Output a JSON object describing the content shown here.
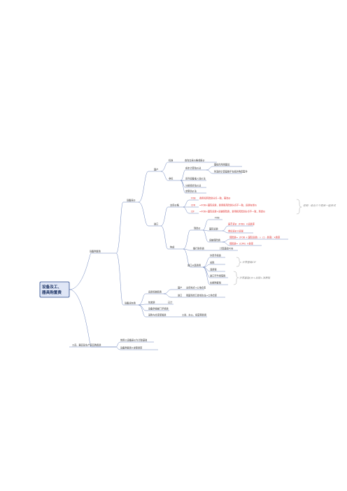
{
  "root": "设备及工、器具购置费",
  "l1": {
    "equipment_cost": "设备购置费",
    "tools": "工具、器具及生产家具购置费"
  },
  "equipment_price": {
    "label": "设备原价",
    "domestic": {
      "label": "国产",
      "standard": {
        "label": "标准",
        "detail": "查询交易价格或报价"
      },
      "nonstandard": {
        "label": "非标",
        "items": [
          "成本计算估价法",
          "系列设备插入估价法",
          "分部组合估价法",
          "定额估价法"
        ],
        "subitems": [
          "图纸所用用图设",
          "利润的计算基数不包括外购配套件"
        ]
      }
    },
    "imported": {
      "label": "进口",
      "terms_label": "交货价格",
      "terms": [
        {
          "code": "FOB",
          "desc": "费用和风险划分点一致，离岸价"
        },
        {
          "code": "CFR",
          "desc": "=FOB+国际运费，费用和风险划分点不一致，运费在岸价"
        },
        {
          "code": "CIF",
          "desc": "=FOB+国际运费+运输保险费，费用和风险划分点不一致，到岸价"
        }
      ],
      "note": "说明：结合三个题目一起考试",
      "composition": {
        "label": "构成",
        "cif": {
          "label": "到岸价",
          "fob": "FOB",
          "freight": "国际运费",
          "freight_items": [
            "原币货价（FOB）×运费率",
            "单位运价×运量"
          ],
          "insurance": "运输保险费",
          "insurance_items": [
            "保险费=（FOB + 国际运费）÷（1 - 费率）×费率",
            "保险费=（CFR）×费率"
          ]
        },
        "bank_fee": {
          "label": "银行财务费",
          "value": "计算基础FOB"
        },
        "fees": {
          "label": "进口从属费用",
          "items": [
            "外贸手续费",
            "关税",
            "消费税",
            "进口环节增值税",
            "车辆购置税"
          ],
          "note_cif": "计算基础CIF",
          "note_formula": "计算基础CIF+关税+消费税"
        }
      }
    }
  },
  "transport": {
    "label": "设备运杂费",
    "items": [
      {
        "label": "运费和装卸费",
        "sub": [
          {
            "label": "国产",
            "value": "交货地点→工地仓库"
          },
          {
            "label": "进口",
            "value": "我国到岸口岸或车站→工地仓库"
          }
        ]
      },
      {
        "label": "包装费",
        "value": "已计"
      },
      {
        "label": "设备供销部门手续费"
      },
      {
        "label": "采购与仓库保管费",
        "value": "工资、办公、经营等费用"
      }
    ]
  },
  "tools": {
    "items": [
      "常用以设备原价为计取基础",
      "设备购置费×定额费率"
    ]
  }
}
